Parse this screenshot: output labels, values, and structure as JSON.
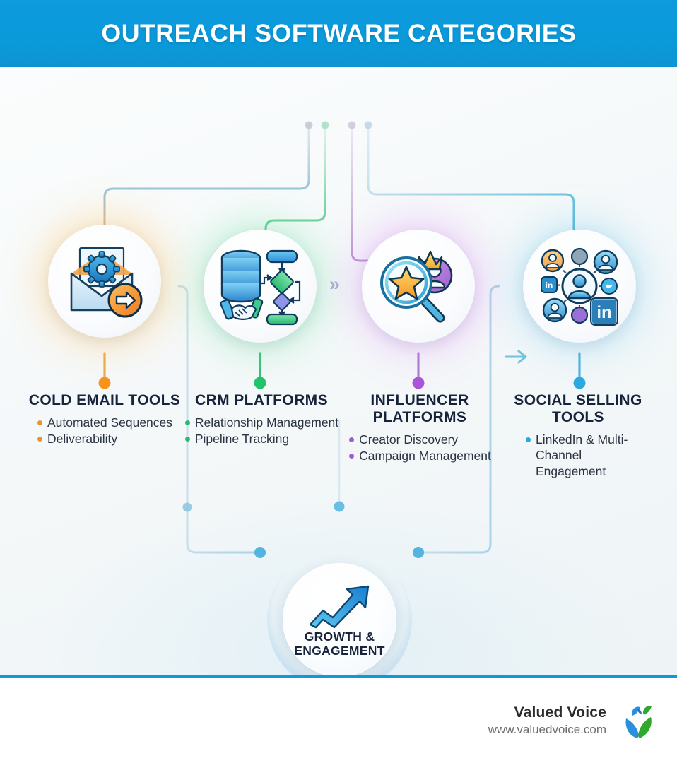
{
  "header": {
    "title": "OUTREACH SOFTWARE CATEGORIES"
  },
  "colors": {
    "header_blue": "#0e9ada",
    "cold_email": "#f5941d",
    "crm": "#22c36a",
    "influencer": "#a855d8",
    "social": "#2aa9e0"
  },
  "chevron": {
    "glyph": "»"
  },
  "columns": [
    {
      "id": "cold-email-tools",
      "title": "COLD EMAIL TOOLS",
      "icon": "email-gear-arrow-icon",
      "accent": "#f5941d",
      "bullets": [
        "Automated Sequences",
        "Deliverability"
      ]
    },
    {
      "id": "crm-platforms",
      "title": "CRM PLATFORMS",
      "icon": "database-handshake-flowchart-icon",
      "accent": "#22c36a",
      "bullets": [
        "Relationship Management",
        "Pipeline Tracking"
      ]
    },
    {
      "id": "influencer-platforms",
      "title": "INFLUENCER PLATFORMS",
      "icon": "magnifier-star-crown-avatar-icon",
      "accent": "#a855d8",
      "bullets": [
        "Creator Discovery",
        "Campaign Management"
      ]
    },
    {
      "id": "social-selling-tools",
      "title": "SOCIAL SELLING TOOLS",
      "icon": "social-network-linkedin-icon",
      "accent": "#2aa9e0",
      "bullets": [
        "LinkedIn & Multi-Channel Engagement"
      ]
    }
  ],
  "hub": {
    "line1": "GROWTH &",
    "line2": "ENGAGEMENT",
    "icon": "growth-arrow-icon"
  },
  "footer": {
    "brand_name": "Valued Voice",
    "brand_url": "www.valuedvoice.com",
    "logo": "valued-voice-leaf-logo"
  }
}
